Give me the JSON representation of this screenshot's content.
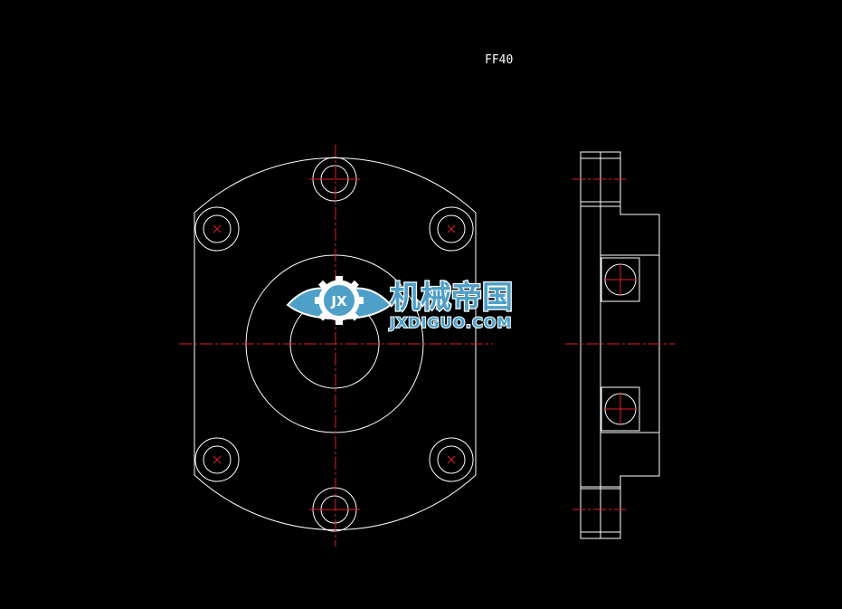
{
  "drawing": {
    "title": "FF40",
    "colors": {
      "background": "#000000",
      "outline": "#ffffff",
      "centerline": "#e0202a",
      "logo_fill": "#4fa0c8",
      "logo_stroke": "#ffffff"
    }
  },
  "watermark": {
    "logo_cn": "机械帝国",
    "logo_en": "JXDIGUO.COM",
    "emblem_text": "JX"
  }
}
